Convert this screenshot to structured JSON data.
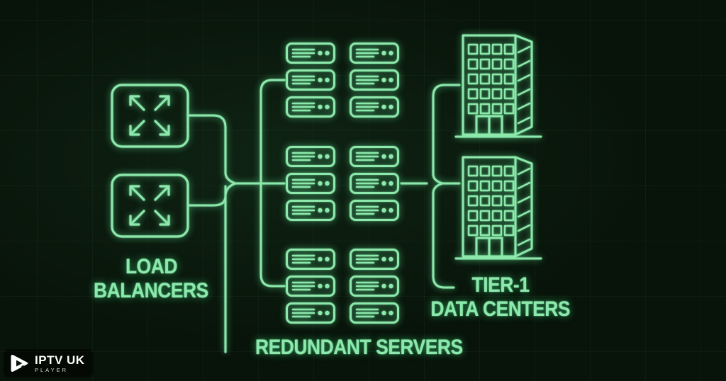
{
  "colors": {
    "background": "#081309",
    "stroke": "#8ce8ab",
    "glow": "#39d37e",
    "logo_text": "#ffffff"
  },
  "labels": {
    "load_balancers_line1": "LOAD",
    "load_balancers_line2": "BALANCERS",
    "redundant_servers": "REDUNDANT SERVERS",
    "data_centers_line1": "TIER-1",
    "data_centers_line2": "DATA CENTERS"
  },
  "components": {
    "load_balancers": {
      "count": 2,
      "icon": "expand-arrows-icon"
    },
    "server_groups": {
      "groups": 3,
      "rows": 3,
      "columns": 2,
      "icon": "server-rack-icon"
    },
    "data_centers": {
      "count": 2,
      "icon": "building-icon",
      "window_rows": 5,
      "window_columns": 4
    }
  },
  "logo": {
    "brand": "IPTV UK",
    "subtitle": "PLAYER",
    "icon": "play-icon"
  }
}
